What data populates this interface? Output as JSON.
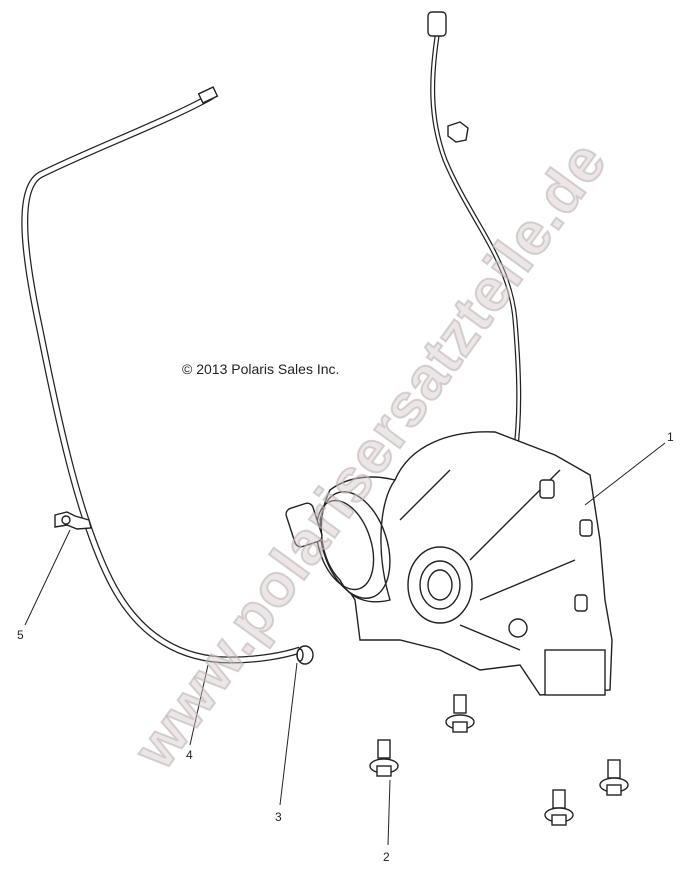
{
  "diagram": {
    "copyright": "© 2013 Polaris Sales Inc.",
    "watermark": "www.polarisersatzteile.de",
    "callouts": [
      "1",
      "2",
      "3",
      "4",
      "5"
    ]
  }
}
